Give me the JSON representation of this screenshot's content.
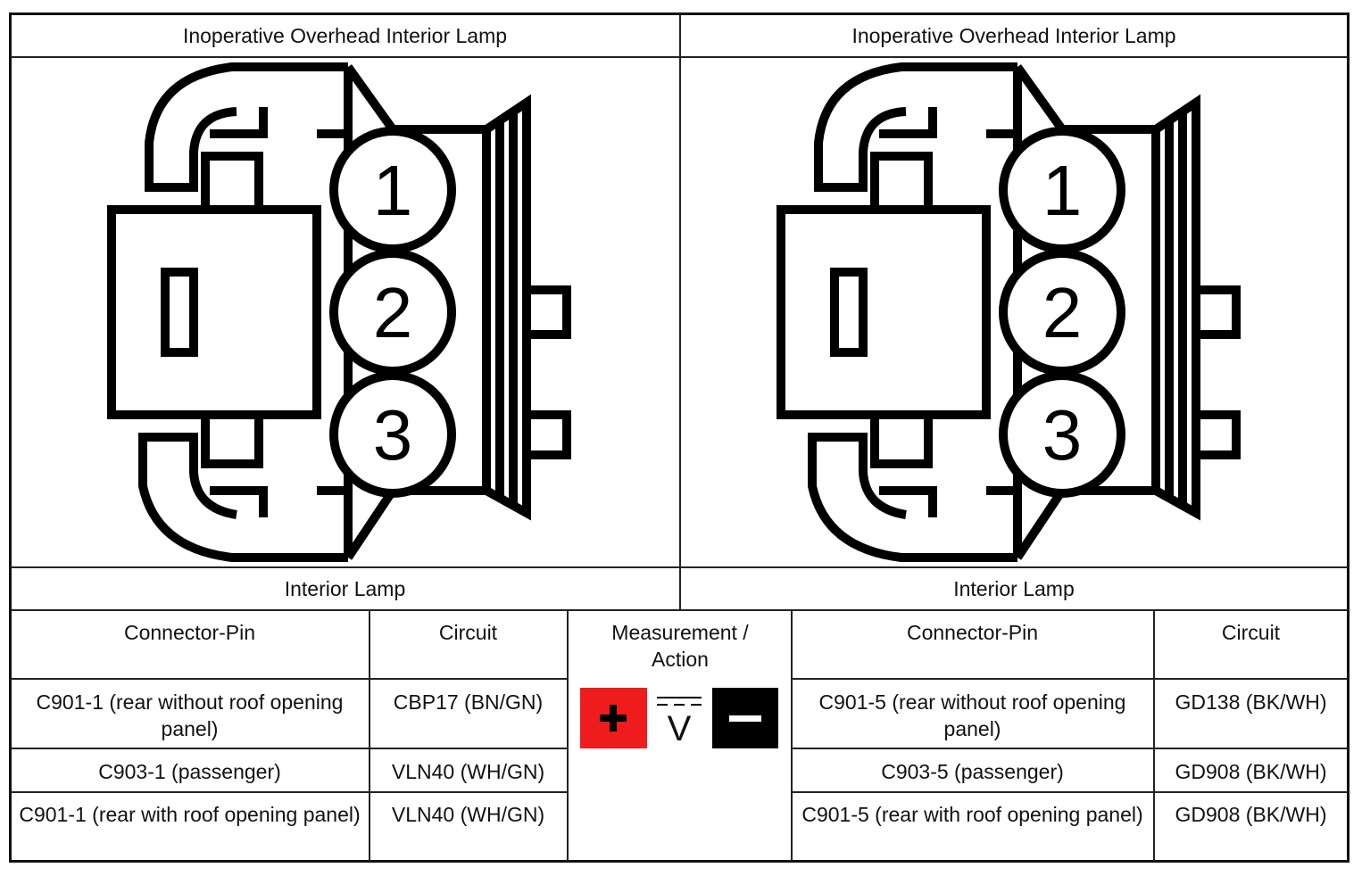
{
  "panels": [
    {
      "title": "Inoperative Overhead Interior Lamp",
      "pins": [
        "1",
        "2",
        "3"
      ],
      "caption": "Interior Lamp"
    },
    {
      "title": "Inoperative Overhead Interior Lamp",
      "pins": [
        "1",
        "2",
        "3"
      ],
      "caption": "Interior Lamp"
    }
  ],
  "table": {
    "headers": {
      "left_pin": "Connector-Pin",
      "left_circuit": "Circuit",
      "measure": "Measurement / Action",
      "right_pin": "Connector-Pin",
      "right_circuit": "Circuit"
    },
    "rows": [
      {
        "left_pin": "C901-1 (rear without roof opening panel)",
        "left_circuit": "CBP17 (BN/GN)",
        "right_pin": "C901-5 (rear without roof opening panel)",
        "right_circuit": "GD138 (BK/WH)"
      },
      {
        "left_pin": "C903-1 (passenger)",
        "left_circuit": "VLN40 (WH/GN)",
        "right_pin": "C903-5 (passenger)",
        "right_circuit": "GD908 (BK/WH)"
      },
      {
        "left_pin": "C901-1 (rear with roof opening panel)",
        "left_circuit": "VLN40 (WH/GN)",
        "right_pin": "C901-5 (rear with roof opening panel)",
        "right_circuit": "GD908 (BK/WH)"
      }
    ],
    "measure_icons": {
      "positive": {
        "icon": "plus-icon",
        "color": "#ee1c1c"
      },
      "meter": {
        "icon": "dc-voltmeter-icon",
        "symbol": "V"
      },
      "negative": {
        "icon": "minus-icon",
        "color": "#000000"
      }
    }
  }
}
